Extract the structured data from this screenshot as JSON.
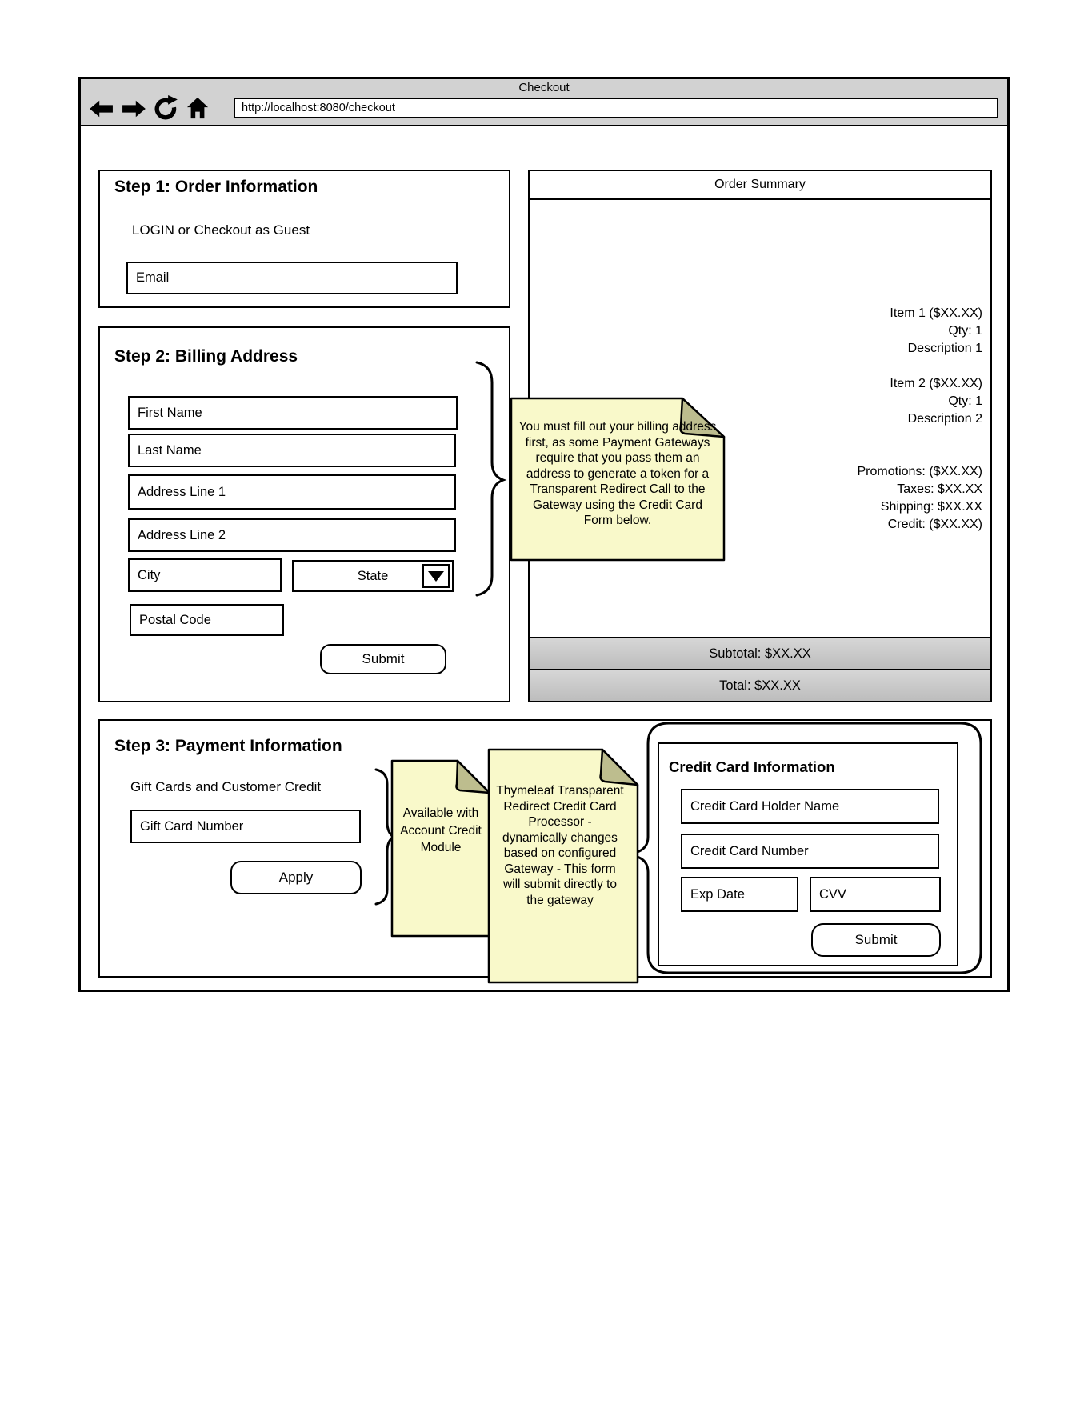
{
  "browser": {
    "title": "Checkout",
    "url": "http://localhost:8080/checkout",
    "icons": [
      "back-icon",
      "forward-icon",
      "refresh-icon",
      "home-icon"
    ]
  },
  "step1": {
    "title": "Step 1: Order Information",
    "login_text": "LOGIN or Checkout as Guest",
    "email_placeholder": "Email"
  },
  "step2": {
    "title": "Step 2: Billing Address",
    "first_name": "First Name",
    "last_name": "Last Name",
    "address_line_1": "Address Line 1",
    "address_line_2": "Address Line 2",
    "city": "City",
    "state": "State",
    "postal_code": "Postal Code",
    "submit_label": "Submit"
  },
  "order_summary": {
    "title": "Order Summary",
    "items": [
      {
        "name": "Item 1 ($XX.XX)",
        "qty": "Qty: 1",
        "description": "Description 1"
      },
      {
        "name": "Item 2 ($XX.XX)",
        "qty": "Qty: 1",
        "description": "Description 2"
      }
    ],
    "adjustments": [
      "Promotions: ($XX.XX)",
      "Taxes: $XX.XX",
      "Shipping: $XX.XX",
      "Credit: ($XX.XX)"
    ],
    "subtotal": "Subtotal: $XX.XX",
    "total": "Total: $XX.XX"
  },
  "notes": {
    "billing": "You must fill out your billing address first, as some Payment Gateways require that you pass them an address to generate a token for a Transparent Redirect Call to the Gateway using the Credit Card Form below.",
    "account_credit": "Available with Account Credit Module",
    "gateway": "Thymeleaf Transparent Redirect Credit Card Processor - dynamically changes based on configured Gateway - This form will submit directly to the gateway"
  },
  "step3": {
    "title": "Step 3: Payment Information",
    "gift_section_label": "Gift Cards and Customer Credit",
    "gift_card_placeholder": "Gift Card Number",
    "apply_label": "Apply"
  },
  "credit_card": {
    "title": "Credit Card Information",
    "holder_placeholder": "Credit Card Holder Name",
    "number_placeholder": "Credit Card Number",
    "exp_placeholder": "Exp Date",
    "cvv_placeholder": "CVV",
    "submit_label": "Submit"
  },
  "colors": {
    "chrome_gray": "#d2d2d2",
    "row_gray": "#c9c9c9",
    "note_yellow": "#f9f9ca",
    "note_fold": "#bdbd8e",
    "border_black": "#000000"
  }
}
